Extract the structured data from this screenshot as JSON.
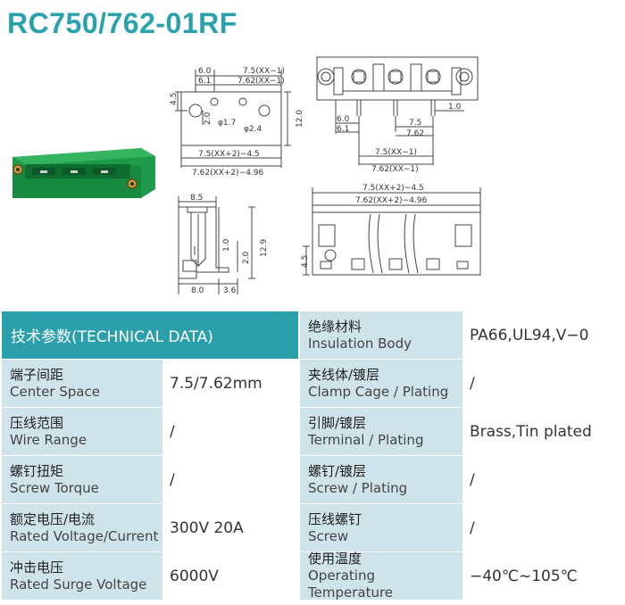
{
  "title": "RC750/762-01RF",
  "drawing": {
    "top_view": {
      "dim_6_0": "6.0",
      "dim_6_1": "6.1",
      "dim_7_5_xx1": "7.5(XX−1)",
      "dim_7_62_xx1": "7.62(XX−1)",
      "dim_4_5": "4.5",
      "dim_2_0": "2.0",
      "dim_hole1": "φ1.7",
      "dim_hole2": "φ2.4",
      "dim_12_0": "12.0",
      "dim_7_5_xx2": "7.5(XX+2)−4.5",
      "dim_7_62_xx2": "7.62(XX+2)−4.96"
    },
    "front_view": {
      "dim_6_0": "6.0",
      "dim_6_1": "6.1",
      "dim_7_5": "7.5",
      "dim_7_62": "7.62",
      "dim_1_0": "1.0",
      "dim_7_5_xx1": "7.5(XX−1)",
      "dim_7_62_xx1": "7.62(XX−1)"
    },
    "side_view": {
      "dim_8_5": "8.5",
      "dim_1_0": "1.0",
      "dim_2_0": "2.0",
      "dim_12_9": "12.9",
      "dim_8_0": "8.0",
      "dim_3_6": "3.6"
    },
    "bottom_view": {
      "dim_7_5_xx2": "7.5(XX+2)−4.5",
      "dim_7_62_xx2": "7.62(XX+2)−4.96",
      "dim_4_5": "4.5"
    }
  },
  "specs": {
    "header": "技术参数(TECHNICAL DATA)",
    "left": [
      {
        "zh": "端子间距",
        "en": "Center Space",
        "value": "7.5/7.62mm"
      },
      {
        "zh": "压线范围",
        "en": "Wire Range",
        "value": "/"
      },
      {
        "zh": "螺钉扭矩",
        "en": "Screw Torque",
        "value": "/"
      },
      {
        "zh": "额定电压/电流",
        "en": "Rated Voltage/Current",
        "value": "300V 20A"
      },
      {
        "zh": "冲击电压",
        "en": "Rated Surge Voltage",
        "value": "6000V"
      }
    ],
    "right": [
      {
        "zh": "绝缘材料",
        "en": "Insulation Body",
        "value": "PA66,UL94,V−0"
      },
      {
        "zh": "夹线体/镀层",
        "en": "Clamp Cage / Plating",
        "value": "/"
      },
      {
        "zh": "引脚/镀层",
        "en": "Terminal / Plating",
        "value": "Brass,Tin plated"
      },
      {
        "zh": "螺钉/镀层",
        "en": "Screw / Plating",
        "value": "/"
      },
      {
        "zh": "压线螺钉",
        "en": "Screw",
        "value": "/"
      },
      {
        "zh": "使用温度",
        "en": "Operating Temperature",
        "value": "−40℃~105℃"
      }
    ]
  }
}
